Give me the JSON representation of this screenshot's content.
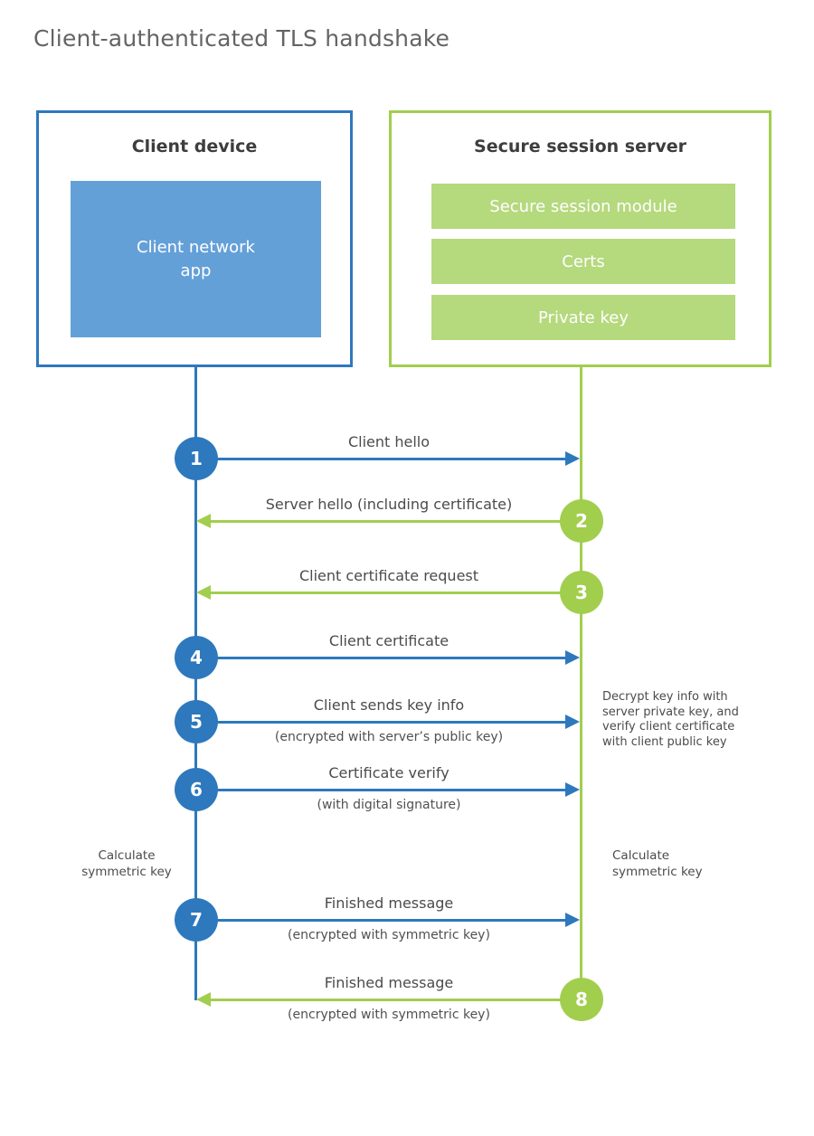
{
  "title": "Client-authenticated TLS handshake",
  "colors": {
    "blue": "#2e78bd",
    "blue_fill": "#64a0d8",
    "green": "#a2ce4e",
    "green_fill": "#b5d97d",
    "label_text": "#4b4b4b",
    "heading_text": "#3d3d3d"
  },
  "client_box": {
    "title": "Client device",
    "inner_label": "Client network\napp"
  },
  "server_box": {
    "title": "Secure session server",
    "modules": [
      "Secure session module",
      "Certs",
      "Private key"
    ]
  },
  "steps": [
    {
      "num": "1",
      "label": "Client hello",
      "sub": "",
      "direction": "right",
      "color": "blue"
    },
    {
      "num": "2",
      "label": "Server hello (including certificate)",
      "sub": "",
      "direction": "left",
      "color": "green"
    },
    {
      "num": "3",
      "label": "Client certificate request",
      "sub": "",
      "direction": "left",
      "color": "green"
    },
    {
      "num": "4",
      "label": "Client certificate",
      "sub": "",
      "direction": "right",
      "color": "blue"
    },
    {
      "num": "5",
      "label": "Client sends key info",
      "sub": "(encrypted with server’s public key)",
      "direction": "right",
      "color": "blue"
    },
    {
      "num": "6",
      "label": "Certificate verify",
      "sub": "(with digital signature)",
      "direction": "right",
      "color": "blue"
    },
    {
      "num": "7",
      "label": "Finished message",
      "sub": "(encrypted with symmetric key)",
      "direction": "right",
      "color": "blue"
    },
    {
      "num": "8",
      "label": "Finished message",
      "sub": "(encrypted with symmetric key)",
      "direction": "left",
      "color": "green"
    }
  ],
  "notes": {
    "calc_left": "Calculate\nsymmetric key",
    "calc_right": "Calculate\nsymmetric key",
    "decrypt": "Decrypt key info with\nserver private key, and\nverify client certificate\nwith client public key"
  }
}
